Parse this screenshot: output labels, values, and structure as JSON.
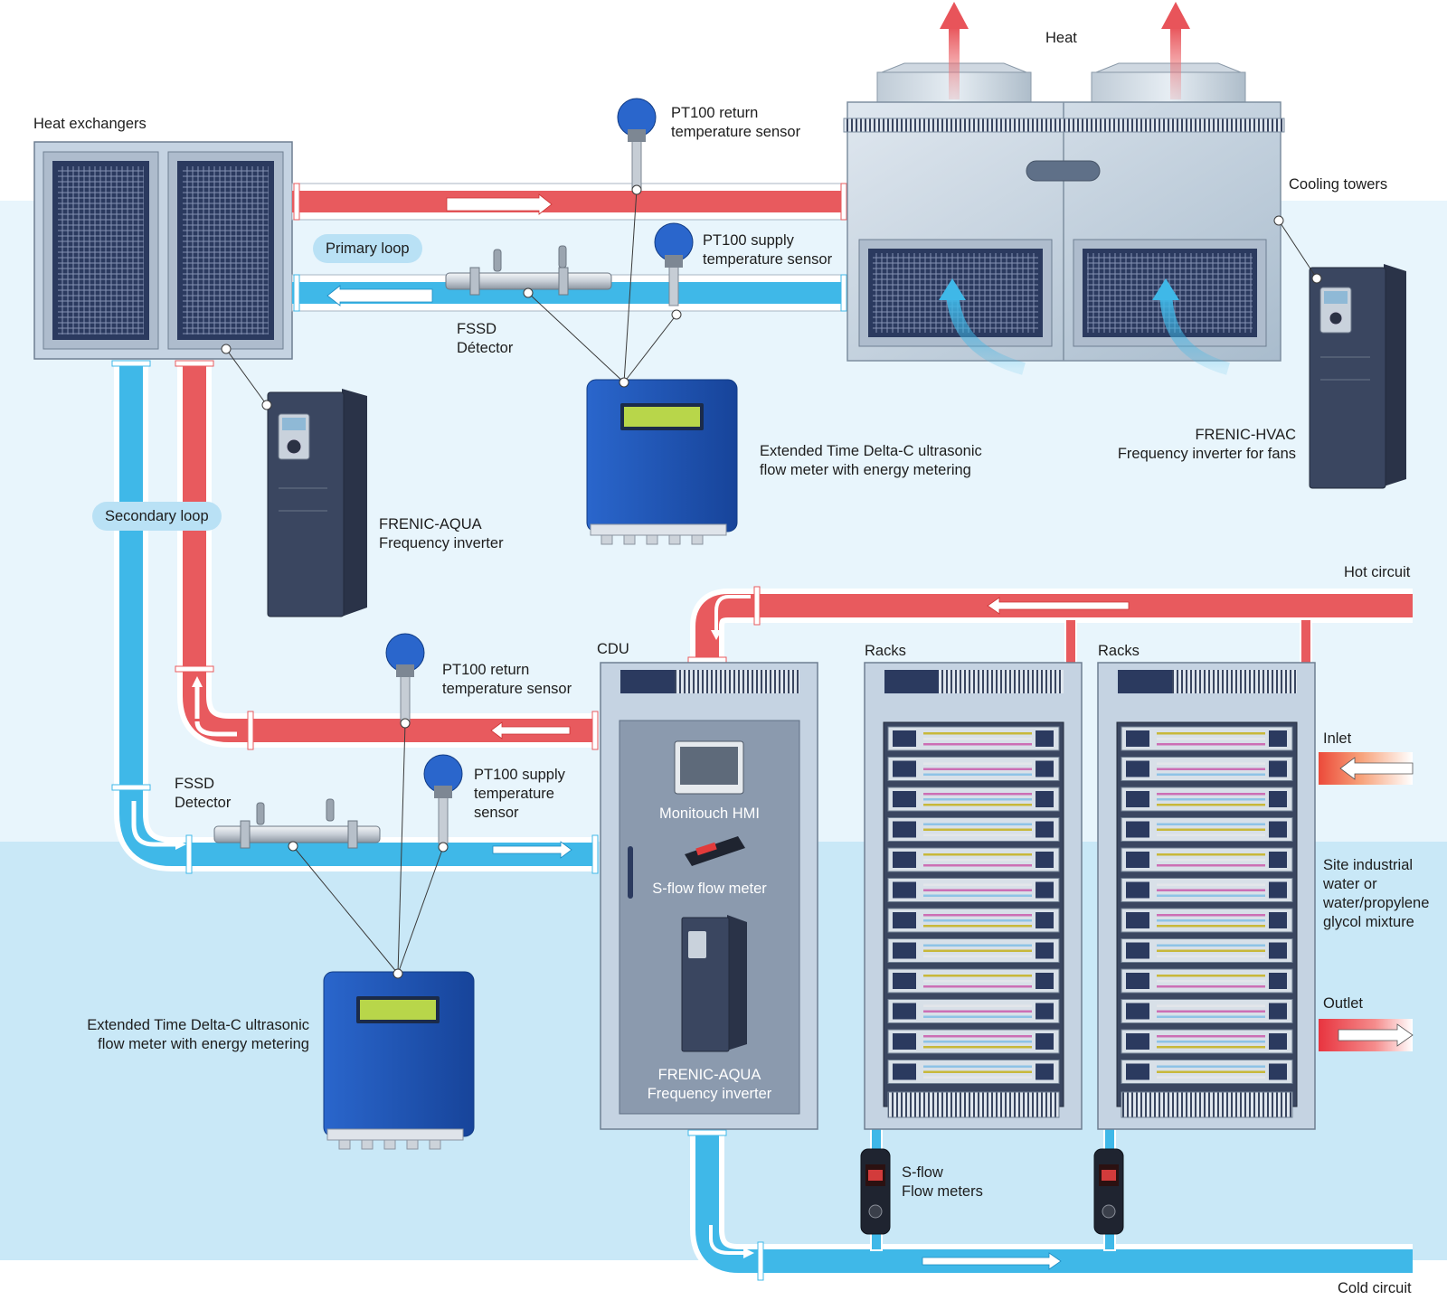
{
  "labels": {
    "heat": "Heat",
    "heat_exchangers": "Heat exchangers",
    "cooling_towers": "Cooling towers",
    "primary_loop": "Primary loop",
    "secondary_loop": "Secondary loop",
    "pt100_return_top": [
      "PT100 return",
      "temperature sensor"
    ],
    "pt100_supply_top": [
      "PT100 supply",
      "temperature sensor"
    ],
    "fssd_top": [
      "FSSD",
      "Détector"
    ],
    "flowmeter_top": [
      "Extended Time Delta-C ultrasonic",
      "flow meter with energy metering"
    ],
    "frenic_hvac": [
      "FRENIC-HVAC",
      "Frequency inverter for fans"
    ],
    "frenic_aqua_left": [
      "FRENIC-AQUA",
      "Frequency inverter"
    ],
    "pt100_return_mid": [
      "PT100 return",
      "temperature sensor"
    ],
    "pt100_supply_mid": [
      "PT100 supply",
      "temperature",
      "sensor"
    ],
    "fssd_mid": [
      "FSSD",
      "Detector"
    ],
    "flowmeter_bottom": [
      "Extended Time Delta-C ultrasonic",
      "flow meter with energy metering"
    ],
    "cdu": "CDU",
    "monitouch_hmi": "Monitouch HMI",
    "sflow_flow_meter": "S-flow flow meter",
    "frenic_aqua_cdu": [
      "FRENIC-AQUA",
      "Frequency inverter"
    ],
    "racks_1": "Racks",
    "racks_2": "Racks",
    "hot_circuit": "Hot circuit",
    "inlet": "Inlet",
    "site_water": [
      "Site industrial",
      "water or",
      "water/propylene",
      "glycol mixture"
    ],
    "outlet": "Outlet",
    "sflow_meters": [
      "S-flow",
      "Flow meters"
    ],
    "cold_circuit": "Cold circuit"
  },
  "colors": {
    "hot_pipe": "#e85a5e",
    "cold_pipe": "#3fb8e8",
    "bg_light": "#e8f5fc",
    "bg_mid": "#c9e8f7",
    "device_blue": "#1f57b5",
    "inverter": "#3a4660",
    "rack": "#c5d3e2"
  }
}
